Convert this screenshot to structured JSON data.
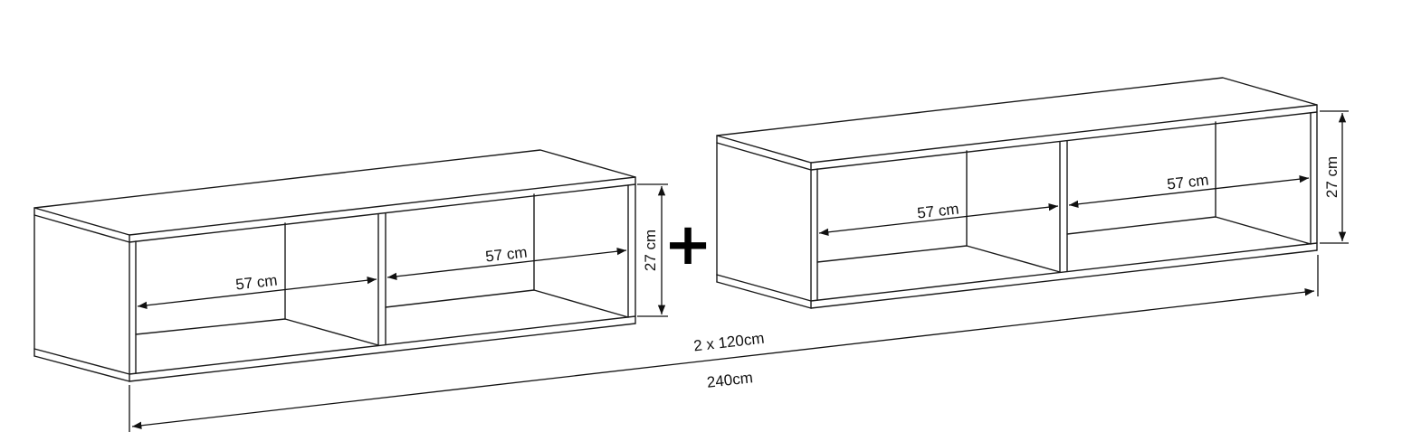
{
  "labels": {
    "left_compartment_1": "57 cm",
    "left_compartment_2": "57 cm",
    "left_height": "27 cm",
    "right_compartment_1": "57 cm",
    "right_compartment_2": "57 cm",
    "right_height": "27 cm",
    "plus": "+",
    "unit_width": "2 x 120cm",
    "total_width": "240cm"
  }
}
